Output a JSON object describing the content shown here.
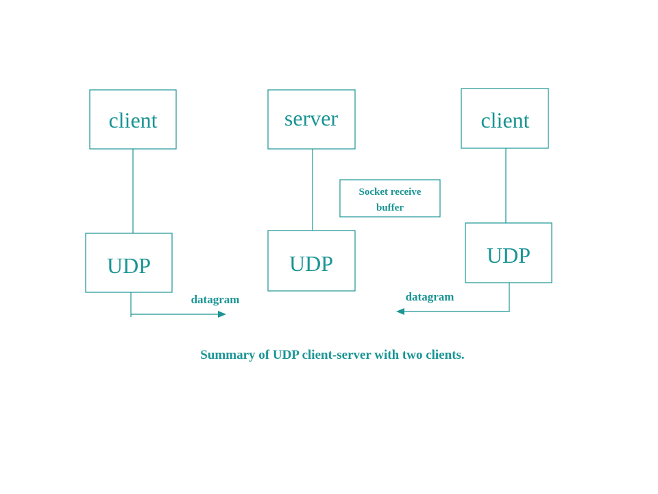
{
  "diagram": {
    "left_client": {
      "app_label": "client",
      "transport_label": "UDP"
    },
    "server": {
      "app_label": "server",
      "transport_label": "UDP"
    },
    "right_client": {
      "app_label": "client",
      "transport_label": "UDP"
    },
    "buffer": {
      "line1": "Socket receive",
      "line2": "buffer"
    },
    "left_datagram_label": "datagram",
    "right_datagram_label": "datagram",
    "caption": "Summary of UDP client-server with two clients."
  },
  "colors": {
    "accent": "#1a9494",
    "background": "#ffffff"
  }
}
